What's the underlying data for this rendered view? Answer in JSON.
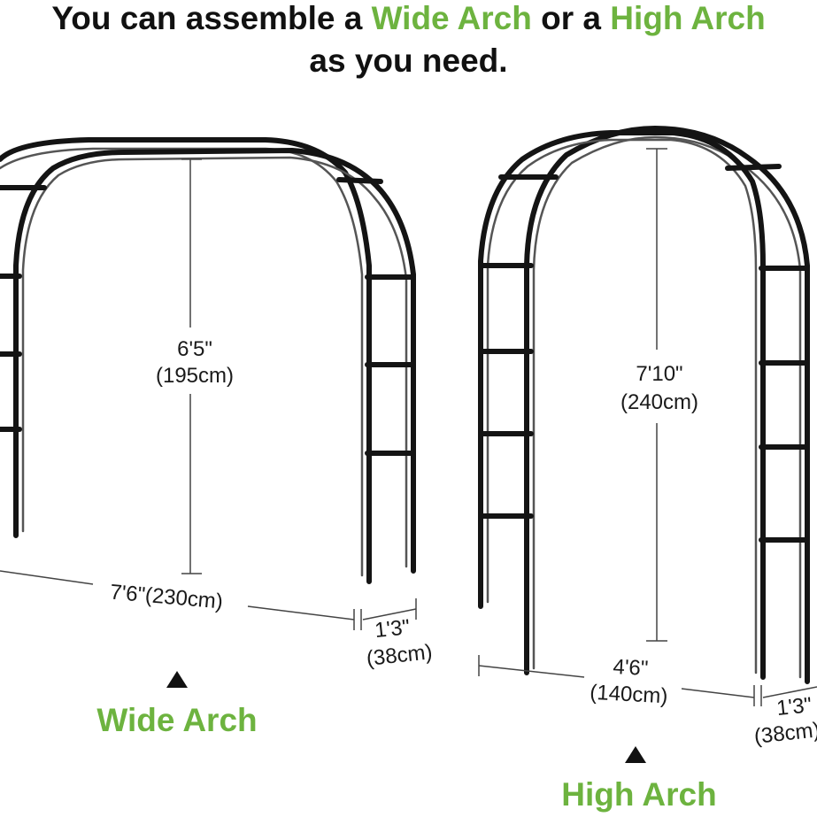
{
  "headline": {
    "line1_part1": "You can assemble a ",
    "wide": "Wide Arch",
    "line1_part2": " or a ",
    "high": "High Arch",
    "line2": "as you need."
  },
  "wide_arch": {
    "height_ft": "6'5\"",
    "height_cm": "(195cm)",
    "width": "7'6\"(230cm)",
    "depth_ft": "1'3\"",
    "depth_cm": "(38cm)",
    "caption": "Wide Arch"
  },
  "high_arch": {
    "height_ft": "7'10\"",
    "height_cm": "(240cm)",
    "width_ft": "4'6\"",
    "width_cm": "(140cm)",
    "depth_ft": "1'3\"",
    "depth_cm": "(38cm)",
    "caption": "High Arch"
  },
  "colors": {
    "accent": "#6db33f",
    "text": "#111111",
    "frame": "#141414"
  },
  "icons": {
    "pointer": "triangle-up-icon"
  }
}
